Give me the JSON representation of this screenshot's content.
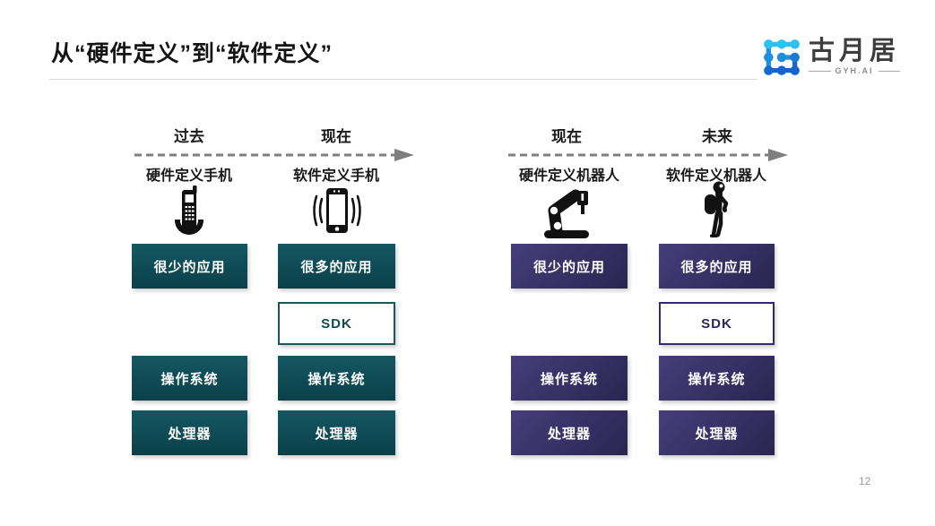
{
  "slide": {
    "title": "从“硬件定义”到“软件定义”",
    "page_number": "12"
  },
  "logo": {
    "brand": "古月居",
    "subtitle": "GYH.AI",
    "colors": {
      "cyan": "#2fc1ee",
      "blue": "#1f8fdd",
      "deep_blue": "#1565cb"
    }
  },
  "colors": {
    "teal_box": "#0e4a54",
    "purple_box": "#39326e",
    "arrow_gray": "#7f7f7f",
    "divider": "#d9d9d9"
  },
  "left_diagram": {
    "era_from": "过去",
    "era_to": "现在",
    "col1_title": "硬件定义手机",
    "col2_title": "软件定义手机",
    "col1_icon": "feature-phone-icon",
    "col2_icon": "smartphone-icon",
    "col1_boxes": {
      "apps": "很少的应用",
      "os": "操作系统",
      "cpu": "处理器"
    },
    "col2_boxes": {
      "apps": "很多的应用",
      "sdk": "SDK",
      "os": "操作系统",
      "cpu": "处理器"
    }
  },
  "right_diagram": {
    "era_from": "现在",
    "era_to": "未来",
    "col1_title": "硬件定义机器人",
    "col2_title": "软件定义机器人",
    "col1_icon": "robot-arm-icon",
    "col2_icon": "humanoid-robot-icon",
    "col1_boxes": {
      "apps": "很少的应用",
      "os": "操作系统",
      "cpu": "处理器"
    },
    "col2_boxes": {
      "apps": "很多的应用",
      "sdk": "SDK",
      "os": "操作系统",
      "cpu": "处理器"
    }
  }
}
